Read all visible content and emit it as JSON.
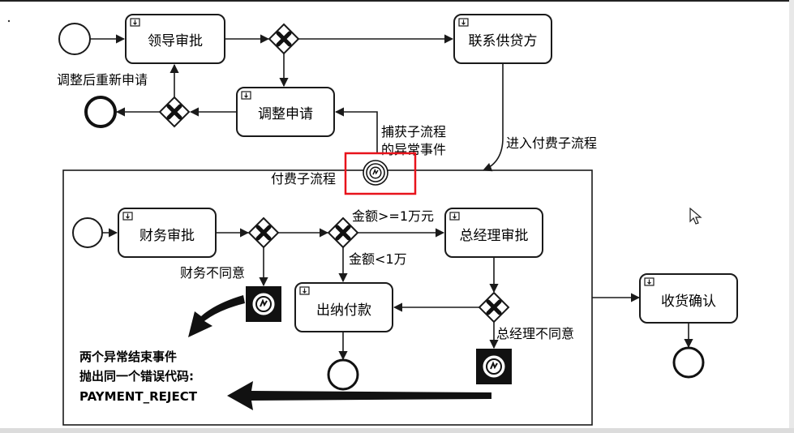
{
  "tasks": {
    "leader_approval": "领导审批",
    "contact_supplier": "联系供贷方",
    "adjust_request": "调整申请",
    "finance_approval": "财务审批",
    "gm_approval": "总经理审批",
    "cashier_pay": "出纳付款",
    "receipt_confirm": "收货确认"
  },
  "labels": {
    "readjust_reapply": "调整后重新申请",
    "catch_line1": "捕获子流程",
    "catch_line2": "的异常事件",
    "enter_subprocess": "进入付费子流程",
    "subprocess_title": "付费子流程",
    "amount_ge": "金额>=1万元",
    "amount_lt": "金额<1万",
    "finance_reject": "财务不同意",
    "gm_reject": "总经理不同意"
  },
  "note": {
    "line1": "两个异常结束事件",
    "line2": "抛出同一个错误代码:",
    "line3": "PAYMENT_REJECT"
  },
  "colors": {
    "highlight": "#e8131b",
    "stroke": "#1a1a1a",
    "dark_arrow": "#111111"
  },
  "icons": {
    "task_marker": "subprocess-marker-icon",
    "gateway": "exclusive-gateway-x-icon",
    "error_event": "error-event-icon",
    "cursor": "mouse-pointer-icon"
  }
}
